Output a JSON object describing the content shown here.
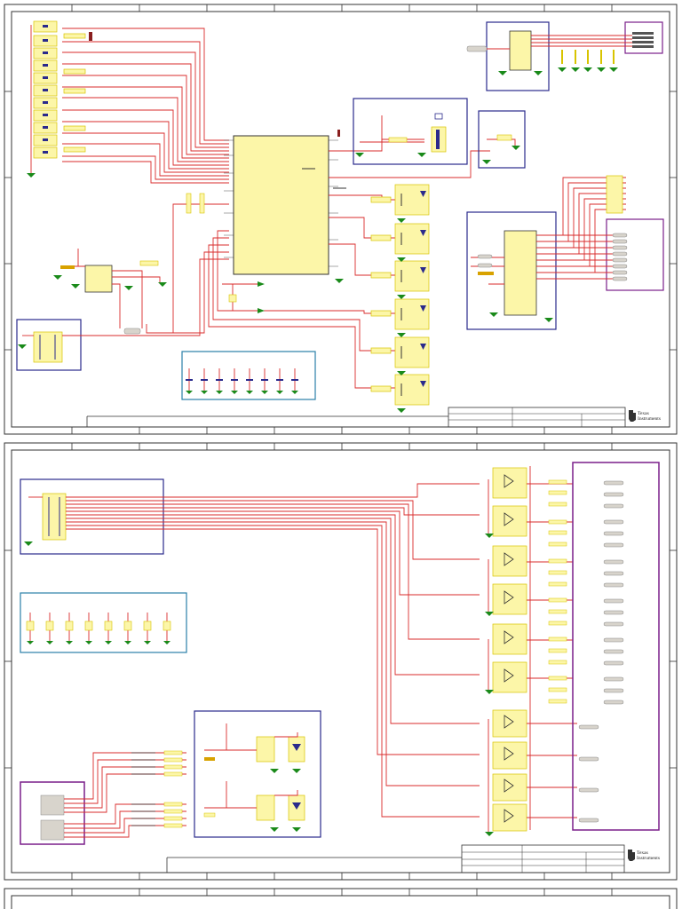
{
  "sheets": [
    {
      "id": "sheet-1",
      "brand": {
        "line1": "Texas",
        "line2": "Instruments"
      }
    },
    {
      "id": "sheet-2",
      "brand": {
        "line1": "Texas",
        "line2": "Instruments"
      }
    },
    {
      "id": "sheet-3"
    }
  ],
  "colors": {
    "wire": "#d92b2b",
    "component_fill": "#fcf6a8",
    "component_outline": "#d8c400",
    "ground": "#1a8a1a",
    "block_navy": "#2a2a8c",
    "block_purple": "#7a1f8a",
    "block_teal": "#2a7fa8",
    "connector": "#d8d4cc"
  }
}
